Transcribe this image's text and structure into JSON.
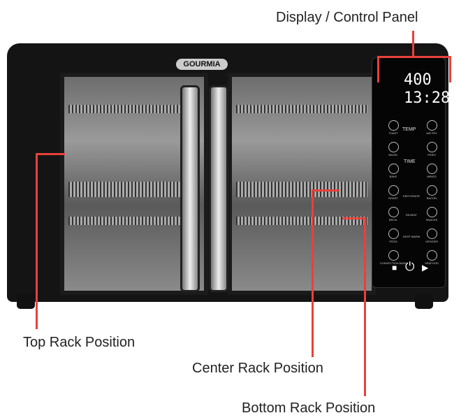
{
  "callouts": {
    "display": "Display / Control Panel",
    "top_rack": "Top Rack Position",
    "center_rack": "Center Rack Position",
    "bottom_rack": "Bottom Rack Position"
  },
  "oven": {
    "brand": "GOURMIA",
    "display_temp": "400",
    "display_time": "13:28"
  },
  "panel": {
    "left_buttons": [
      "TOAST",
      "BAGEL",
      "BAKE",
      "ROAST",
      "BROIL",
      "PIZZA",
      "CONVECTION BAKE"
    ],
    "right_buttons": [
      "AIR FRY",
      "FRIES",
      "WINGS",
      "BACON",
      "SNACKS",
      "VEGGIES",
      "SEAFOOD"
    ],
    "center": {
      "temp": "TEMP",
      "time": "TIME",
      "dehydrate": "DEHYDRATE",
      "reheat": "REHEAT",
      "keep_warm": "KEEP WARM"
    }
  },
  "colors": {
    "callout": "#e8413a",
    "oven_body": "#141414"
  }
}
